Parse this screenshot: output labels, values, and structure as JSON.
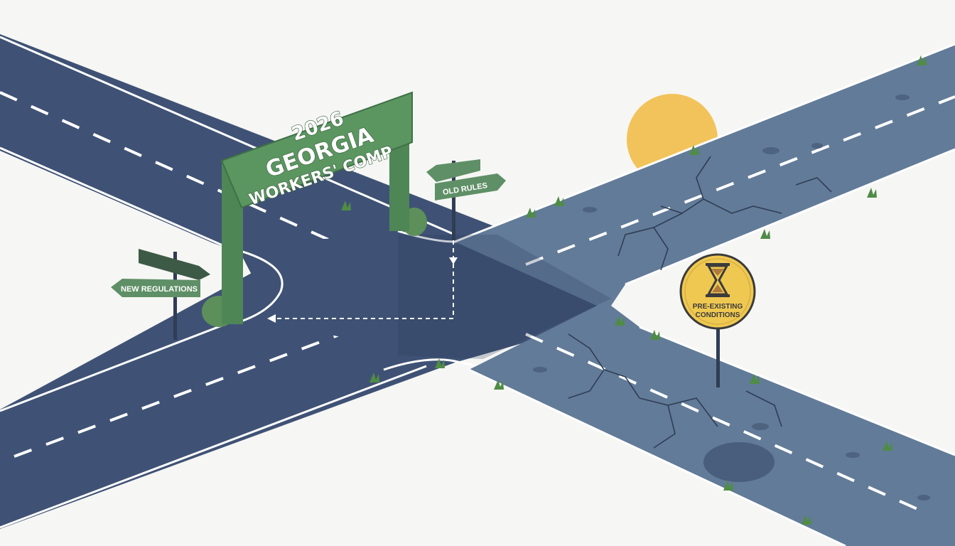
{
  "arch": {
    "line1": "2026",
    "line2": "GEORGIA",
    "line3": "WORKERS' COMP"
  },
  "signs": {
    "new_regulations": "NEW REGULATIONS",
    "old_rules": "OLD RULES",
    "pre_existing_line1": "PRE-EXISTING",
    "pre_existing_line2": "CONDITIONS"
  },
  "icons": {
    "hourglass": "hourglass-icon",
    "sun": "sun-icon"
  },
  "colors": {
    "road_new": "#3f5275",
    "road_old": "#627b98",
    "arch_green": "#4e8656",
    "sign_green": "#5f8f66",
    "sun_yellow": "#f2c35a",
    "warning_yellow": "#efc851",
    "background": "#f6f6f4"
  }
}
